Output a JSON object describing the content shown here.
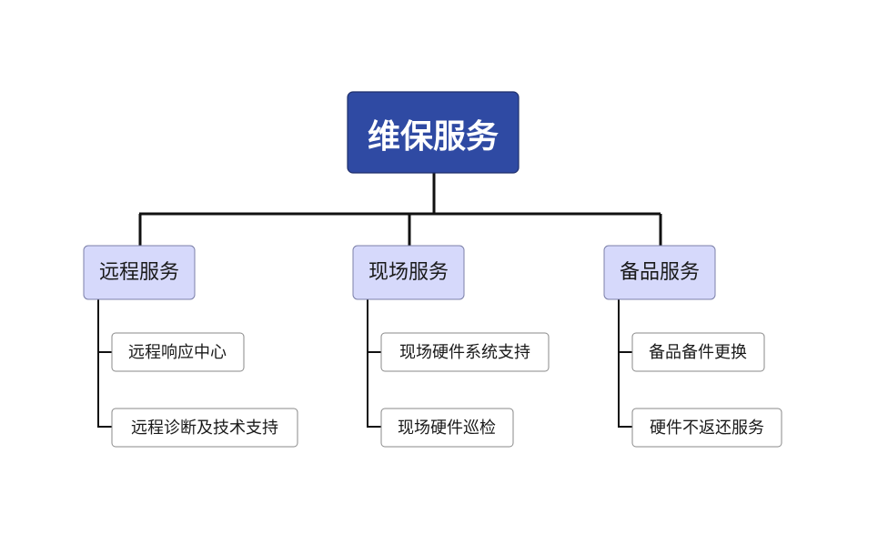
{
  "root": {
    "label": "维保服务",
    "color": "#2f4aa3"
  },
  "branches": [
    {
      "label": "远程服务",
      "children": [
        {
          "label": "远程响应中心"
        },
        {
          "label": "远程诊断及技术支持"
        }
      ]
    },
    {
      "label": "现场服务",
      "children": [
        {
          "label": "现场硬件系统支持"
        },
        {
          "label": "现场硬件巡检"
        }
      ]
    },
    {
      "label": "备品服务",
      "children": [
        {
          "label": "备品备件更换"
        },
        {
          "label": "硬件不返还服务"
        }
      ]
    }
  ]
}
